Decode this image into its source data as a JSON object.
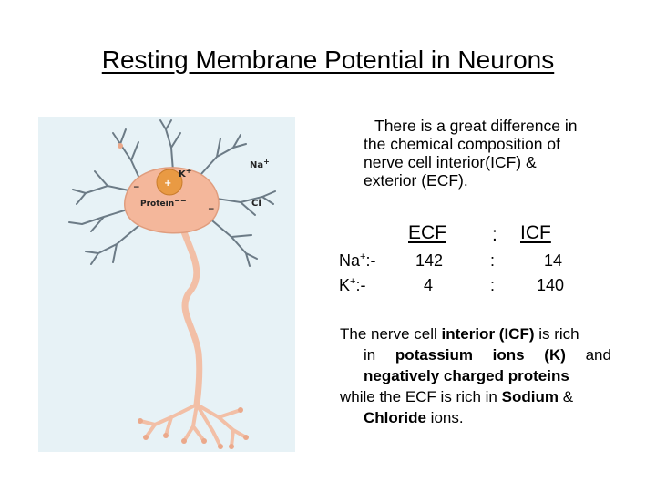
{
  "title": "Resting Membrane Potential in Neurons",
  "intro": {
    "lines": [
      "There is a great difference in",
      "the chemical composition of",
      "nerve cell interior(ICF) &",
      "exterior (ECF)."
    ]
  },
  "diagram": {
    "k_label": "K",
    "k_sup": "+",
    "na_label": "Na",
    "na_sup": "+",
    "cl_label": "Cl",
    "cl_sup": "−",
    "protein_label": "Protein",
    "protein_sup": "−−",
    "nucleus_sign": "+",
    "membrane_sign_left": "−",
    "membrane_sign_right": "−",
    "colors": {
      "cell_body": "#f4b79b",
      "dendrites": "#6c7b86",
      "axon": "#f2bfa6",
      "nucleus": "#e99a43",
      "background": "#e7f2f6"
    }
  },
  "ion_table": {
    "ecf_header": "ECF",
    "separator": ":",
    "icf_header": "ICF",
    "rows": [
      {
        "ion": "Na",
        "charge": "+",
        "suffix": ":-",
        "ecf": "142",
        "sep": ":",
        "icf": "14"
      },
      {
        "ion": "K",
        "charge": "+",
        "suffix": ":-",
        "ecf": "4",
        "sep": ":",
        "icf": "140"
      }
    ]
  },
  "summary": {
    "l1": [
      "The nerve cell ",
      "interior (ICF)",
      " is rich"
    ],
    "l2": [
      "in",
      "potassium",
      "ions",
      "(K)",
      "and"
    ],
    "l3": "negatively charged proteins",
    "l4": [
      "while the ECF is rich in ",
      "Sodium",
      " &"
    ],
    "l5": [
      "Chloride",
      " ions."
    ]
  }
}
